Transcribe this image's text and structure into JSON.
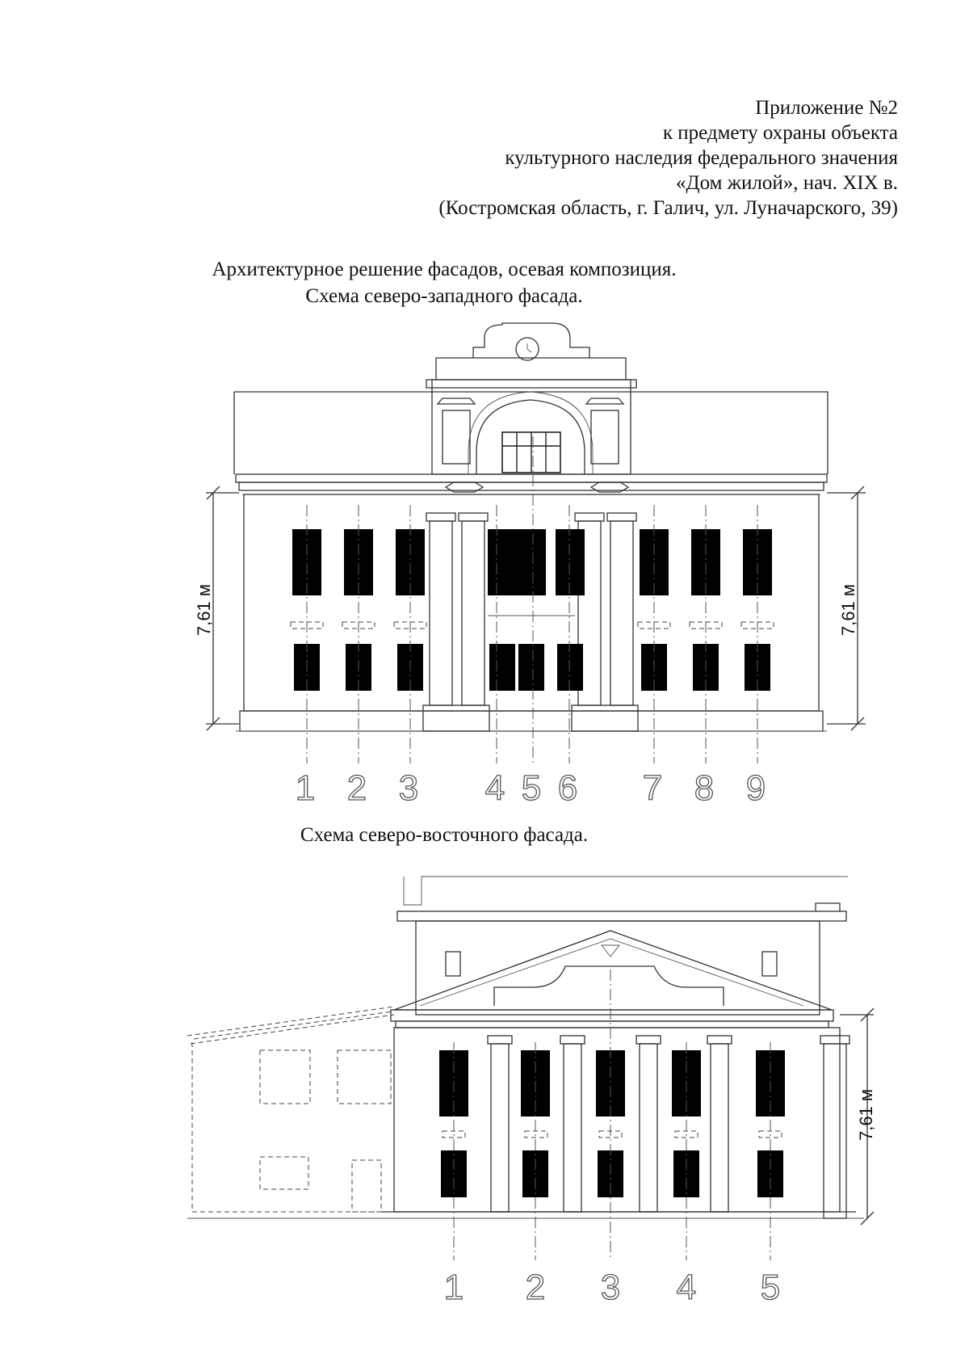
{
  "header": {
    "line1": "Приложение №2",
    "line2": "к предмету охраны объекта",
    "line3": "культурного наследия федерального значения",
    "line4": "«Дом жилой», нач. XIX в.",
    "line5": "(Костромская область, г. Галич, ул. Луначарского, 39)"
  },
  "titles": {
    "main": "Архитектурное решение фасадов, осевая композиция.",
    "northwest": "Схема северо-западного фасада.",
    "northeast": "Схема северо-восточного фасада."
  },
  "northwest_facade": {
    "dimension_label": "7,61 м",
    "axes": [
      "1",
      "2",
      "3",
      "4",
      "5",
      "6",
      "7",
      "8",
      "9"
    ]
  },
  "northeast_facade": {
    "dimension_label": "7,61 м",
    "axes": [
      "1",
      "2",
      "3",
      "4",
      "5"
    ]
  }
}
